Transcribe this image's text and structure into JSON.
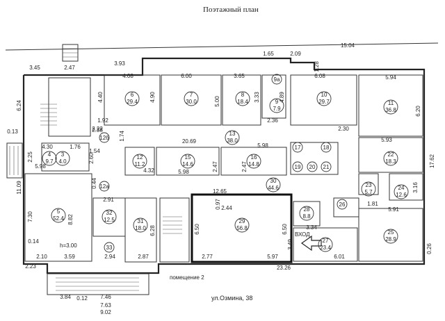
{
  "title": "Поэтажный план",
  "street_label": "ул.Озмина, 38",
  "room_label": "помещение 2",
  "entrance_label": "ВХОД",
  "ceiling_label": "h=3.00",
  "rooms": [
    {
      "num": "6",
      "area": "29.4"
    },
    {
      "num": "7",
      "area": "30.0"
    },
    {
      "num": "8",
      "area": "18.4"
    },
    {
      "num": "9а",
      "area": ""
    },
    {
      "num": "9",
      "area": "7.9"
    },
    {
      "num": "10",
      "area": "29.7"
    },
    {
      "num": "11",
      "area": "36.8"
    },
    {
      "num": "12б",
      "area": ""
    },
    {
      "num": "13",
      "area": "38.0"
    },
    {
      "num": "12",
      "area": "11.2"
    },
    {
      "num": "15",
      "area": "14.6"
    },
    {
      "num": "16",
      "area": "14.8"
    },
    {
      "num": "4",
      "area": "9.7"
    },
    {
      "num": "3",
      "area": "4.0"
    },
    {
      "num": "17",
      "area": ""
    },
    {
      "num": "18",
      "area": ""
    },
    {
      "num": "19",
      "area": ""
    },
    {
      "num": "20",
      "area": ""
    },
    {
      "num": "21",
      "area": ""
    },
    {
      "num": "22",
      "area": "18.3"
    },
    {
      "num": "12а",
      "area": ""
    },
    {
      "num": "30",
      "area": "44.6"
    },
    {
      "num": "23",
      "area": "5.7"
    },
    {
      "num": "24",
      "area": "12.6"
    },
    {
      "num": "5",
      "area": "52.4"
    },
    {
      "num": "32",
      "area": "12.5"
    },
    {
      "num": "31",
      "area": "18.0"
    },
    {
      "num": "29",
      "area": "56.8"
    },
    {
      "num": "28",
      "area": "8.8"
    },
    {
      "num": "26",
      "area": ""
    },
    {
      "num": "25",
      "area": "28.9"
    },
    {
      "num": "27",
      "area": "23.4"
    },
    {
      "num": "33",
      "area": ""
    }
  ],
  "dimensions": [
    "15.04",
    "3.45",
    "2.47",
    "3.93",
    "4.08",
    "6.00",
    "3.65",
    "1.65",
    "2.09",
    "6.08",
    "5.94",
    "6.24",
    "4.40",
    "4.90",
    "5.00",
    "3.33",
    "4.89",
    "6.20",
    "1.92",
    "2.36",
    "2.22",
    "1.74",
    "20.69",
    "2.30",
    "0.13",
    "4.30",
    "1.76",
    "5.98",
    "5.93",
    "17.62",
    "2.25",
    "2.60",
    "4.32",
    "2.47",
    "2.47",
    "5.98",
    "5.98",
    "11.09",
    "12.65",
    "3.16",
    "2.91",
    "0.97",
    "2.44",
    "1.81",
    "5.91",
    "7.30",
    "8.82",
    "6.28",
    "6.50",
    "6.50",
    "3.34",
    "0.14",
    "2.10",
    "3.59",
    "2.94",
    "2.87",
    "2.77",
    "5.97",
    "6.01",
    "2.23",
    "0.26",
    "3.84",
    "0.12",
    "7.46",
    "7.63",
    "9.02",
    "23.26",
    "2.38",
    "1.28",
    "1.54",
    "0.44",
    "3.49"
  ]
}
